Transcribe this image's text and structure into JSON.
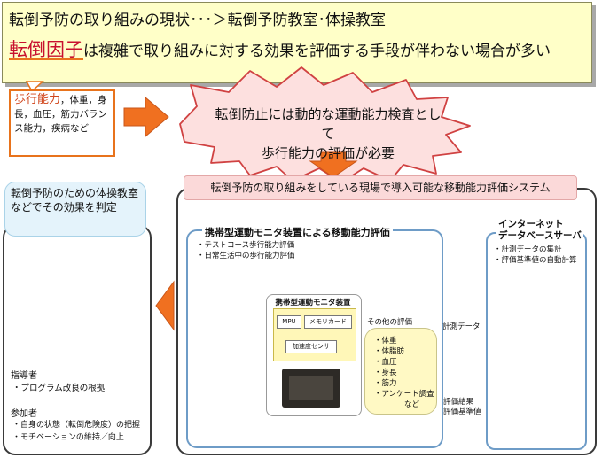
{
  "header": {
    "line1": "転倒予防の取り組みの現状･･･＞転倒予防教室･体操教室",
    "keyword": "転倒因子",
    "line2_rest": "は複雑で取り組みに対する効果を評価する手段が伴わない場合が多い"
  },
  "walking_factors": {
    "highlight": "歩行能力",
    "rest": "，体重，身長，血圧，筋力バランス能力，疾病など"
  },
  "need": {
    "line1": "転倒防止には動的な運動能力検査として",
    "line2": "歩行能力の評価が必要"
  },
  "system": {
    "header": "転倒予防の取り組みをしている現場で導入可能な移動能力評価システム"
  },
  "left_panel": {
    "judge_text": "転倒予防のための体操教室などでその効果を判定",
    "leader_title": "指導者",
    "leader_item": "・プログラム改良の根拠",
    "participant_title": "参加者",
    "participant_items": [
      "・自身の状態（転倒危険度）の把握",
      "・モチベーションの維持／向上"
    ]
  },
  "monitor": {
    "title": "携帯型運動モニタ装置による移動能力評価",
    "bullets": [
      "・テストコース歩行能力評価",
      "・日常生活中の歩行能力評価"
    ],
    "device_title": "携帯型運動モニタ装置",
    "chips": {
      "mpu": "MPU",
      "memory": "メモリカード",
      "accel": "加速度センサ"
    }
  },
  "other_eval": {
    "label": "その他の評価",
    "items": [
      "・体重",
      "・体脂肪",
      "・血圧",
      "・身長",
      "・筋力",
      "・アンケート調査"
    ],
    "etc": "など"
  },
  "flows": {
    "measure": "計測データ",
    "result_line1": "評価結果",
    "result_line2": "評価基準値"
  },
  "server": {
    "title_line1": "インターネット",
    "title_line2": "データベースサーバ",
    "bullets": [
      "・計測データの集計",
      "・評価基準値の自動計算"
    ]
  },
  "colors": {
    "banner_bg": "#ffffc8",
    "arrow_orange": "#f07020",
    "keyword_red": "#c8102e",
    "flow_blue": "#4a7fc0"
  }
}
